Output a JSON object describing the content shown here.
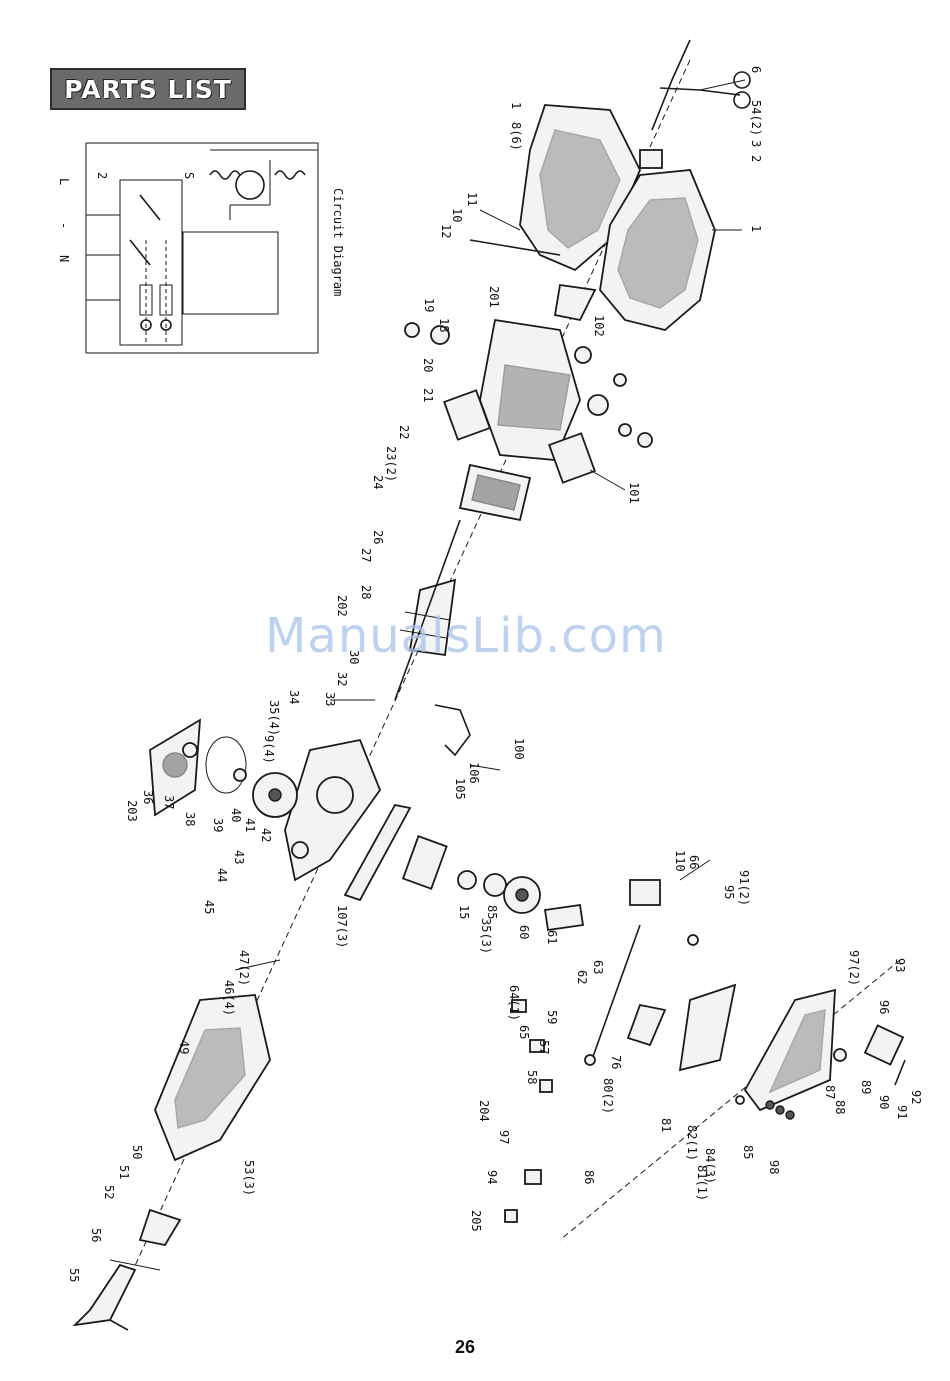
{
  "header": {
    "title": "PARTS LIST"
  },
  "circuit": {
    "caption": "Circuit Diagram",
    "terminals": [
      "L",
      "-",
      "N"
    ],
    "labels": [
      "2",
      "S"
    ]
  },
  "watermark": "ManualsLib.com",
  "page_number": "26",
  "part_labels": [
    "6",
    "54(2)",
    "3",
    "2",
    "1",
    "1",
    "8(6)",
    "11",
    "10",
    "12",
    "102",
    "19",
    "18",
    "20",
    "201",
    "21",
    "22",
    "23(2)",
    "24",
    "101",
    "26",
    "27",
    "202",
    "28",
    "30",
    "32",
    "33",
    "34",
    "35(4)",
    "9(4)",
    "100",
    "37",
    "36",
    "203",
    "38",
    "39",
    "40",
    "41",
    "42",
    "43",
    "44",
    "45",
    "107(3)",
    "106",
    "105",
    "15",
    "85",
    "61",
    "60",
    "35(3)",
    "62",
    "63",
    "110",
    "66",
    "91(2)",
    "95",
    "47(2)",
    "46(4)",
    "49",
    "50",
    "51",
    "52",
    "56",
    "55",
    "53(3)",
    "64(1)",
    "65",
    "204",
    "59",
    "57",
    "58",
    "76",
    "80(2)",
    "81",
    "82(1)",
    "84(3)",
    "81(1)",
    "85",
    "98",
    "97",
    "94",
    "205",
    "86",
    "87",
    "88",
    "89",
    "90",
    "91",
    "92",
    "93",
    "96",
    "97(2)"
  ]
}
